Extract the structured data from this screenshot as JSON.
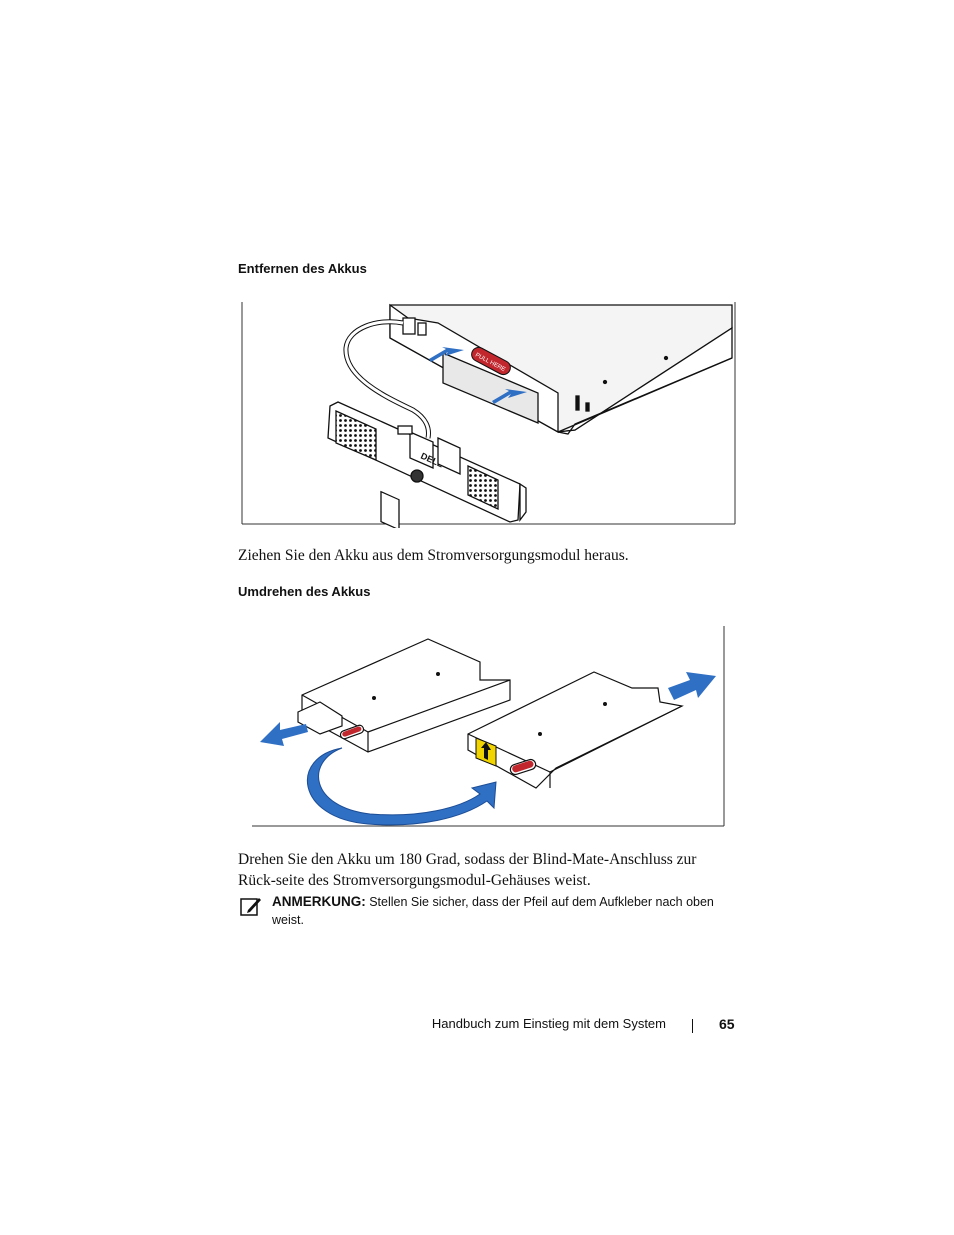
{
  "sections": {
    "remove": {
      "heading": "Entfernen des Akkus",
      "caption": "Ziehen Sie den Akku aus dem Stromversorgungsmodul heraus.",
      "sticker_text": "PULL HERE",
      "bezel_logo": "DELL"
    },
    "rotate": {
      "heading": "Umdrehen des Akkus",
      "caption": "Drehen Sie den Akku um 180 Grad, sodass der Blind-Mate-Anschluss zur Rück-seite des Stromversorgungsmodul-Gehäuses weist."
    }
  },
  "note": {
    "icon": "pencil-note-icon",
    "label": "ANMERKUNG:",
    "text": " Stellen Sie sicher, dass der Pfeil auf dem Aufkleber nach oben weist."
  },
  "footer": {
    "title": "Handbuch zum Einstieg mit dem System",
    "page_number": "65"
  },
  "colors": {
    "arrow_blue": "#2f6fc4",
    "sticker_red": "#c1272d",
    "sticker_yellow": "#f2d500"
  }
}
